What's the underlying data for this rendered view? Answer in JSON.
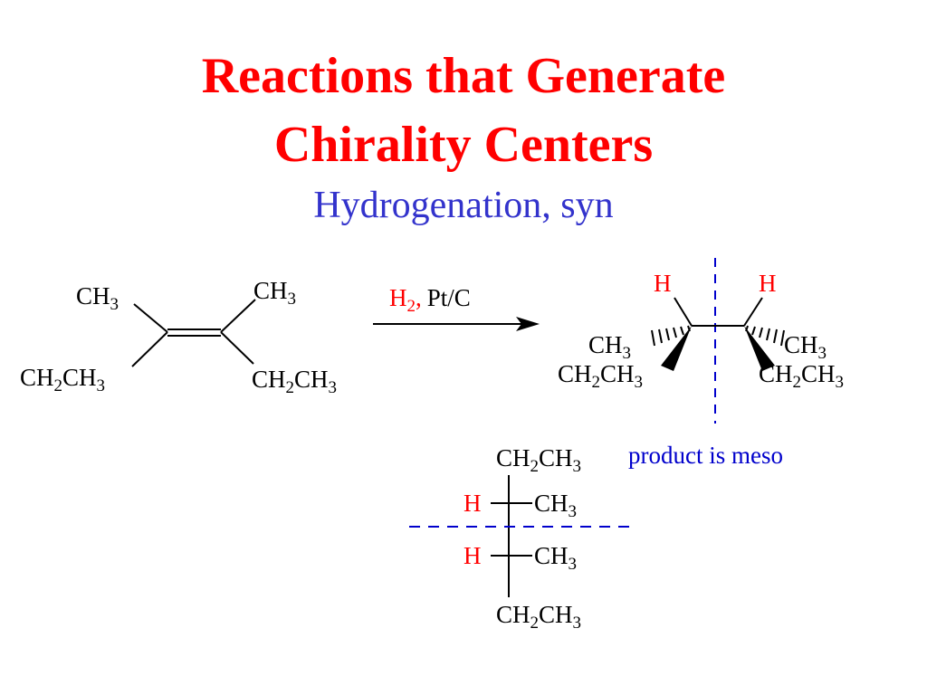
{
  "title": {
    "line1": "Reactions that Generate",
    "line2": "Chirality Centers",
    "subtitle": "Hydrogenation, syn"
  },
  "colors": {
    "title": "#ff0000",
    "subtitle": "#3333cc",
    "hydrogen": "#ff0000",
    "mirror_plane": "#0000cc",
    "note": "#0000cc"
  },
  "reactant": {
    "top_left": {
      "main": "CH",
      "sub": "3"
    },
    "top_right": {
      "main": "CH",
      "sub": "3"
    },
    "bottom_left": {
      "a": "CH",
      "sub": "2",
      "b": "CH",
      "sub2": "3"
    },
    "bottom_right": {
      "a": "CH",
      "sub": "2",
      "b": "CH",
      "sub2": "3"
    }
  },
  "reagent": {
    "h": "H",
    "h_sub": "2",
    "comma": ",",
    "catalyst": "Pt/C"
  },
  "product": {
    "h_left": "H",
    "h_right": "H",
    "methyl_left": {
      "main": "CH",
      "sub": "3"
    },
    "methyl_right": {
      "main": "CH",
      "sub": "3"
    },
    "ethyl_left": {
      "a": "CH",
      "sub": "2",
      "b": "CH",
      "sub2": "3"
    },
    "ethyl_right": {
      "a": "CH",
      "sub": "2",
      "b": "CH",
      "sub2": "3"
    }
  },
  "fischer": {
    "top": {
      "a": "CH",
      "sub": "2",
      "b": "CH",
      "sub2": "3"
    },
    "bottom": {
      "a": "CH",
      "sub": "2",
      "b": "CH",
      "sub2": "3"
    },
    "h_upper": "H",
    "h_lower": "H",
    "methyl_upper": {
      "main": "CH",
      "sub": "3"
    },
    "methyl_lower": {
      "main": "CH",
      "sub": "3"
    }
  },
  "note": "product is meso"
}
